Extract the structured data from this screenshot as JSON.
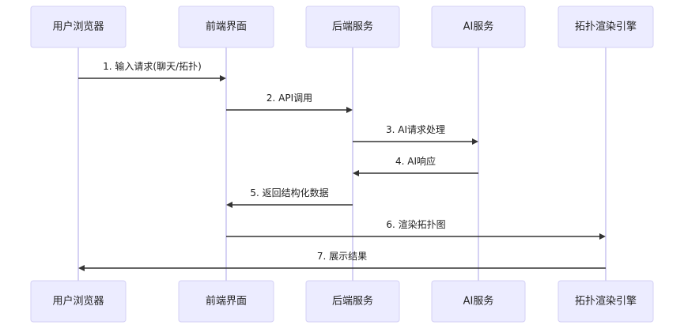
{
  "diagram": {
    "type": "sequence",
    "participants": [
      {
        "id": "browser",
        "label": "用户浏览器"
      },
      {
        "id": "frontend",
        "label": "前端界面"
      },
      {
        "id": "backend",
        "label": "后端服务"
      },
      {
        "id": "ai",
        "label": "AI服务"
      },
      {
        "id": "topo",
        "label": "拓扑渲染引擎"
      }
    ],
    "messages": [
      {
        "from": "browser",
        "to": "frontend",
        "label": "1. 输入请求(聊天/拓扑)"
      },
      {
        "from": "frontend",
        "to": "backend",
        "label": "2. API调用"
      },
      {
        "from": "backend",
        "to": "ai",
        "label": "3. AI请求处理"
      },
      {
        "from": "ai",
        "to": "backend",
        "label": "4. AI响应"
      },
      {
        "from": "backend",
        "to": "frontend",
        "label": "5. 返回结构化数据"
      },
      {
        "from": "frontend",
        "to": "topo",
        "label": "6. 渲染拓扑图"
      },
      {
        "from": "topo",
        "to": "browser",
        "label": "7. 展示结果"
      }
    ]
  }
}
